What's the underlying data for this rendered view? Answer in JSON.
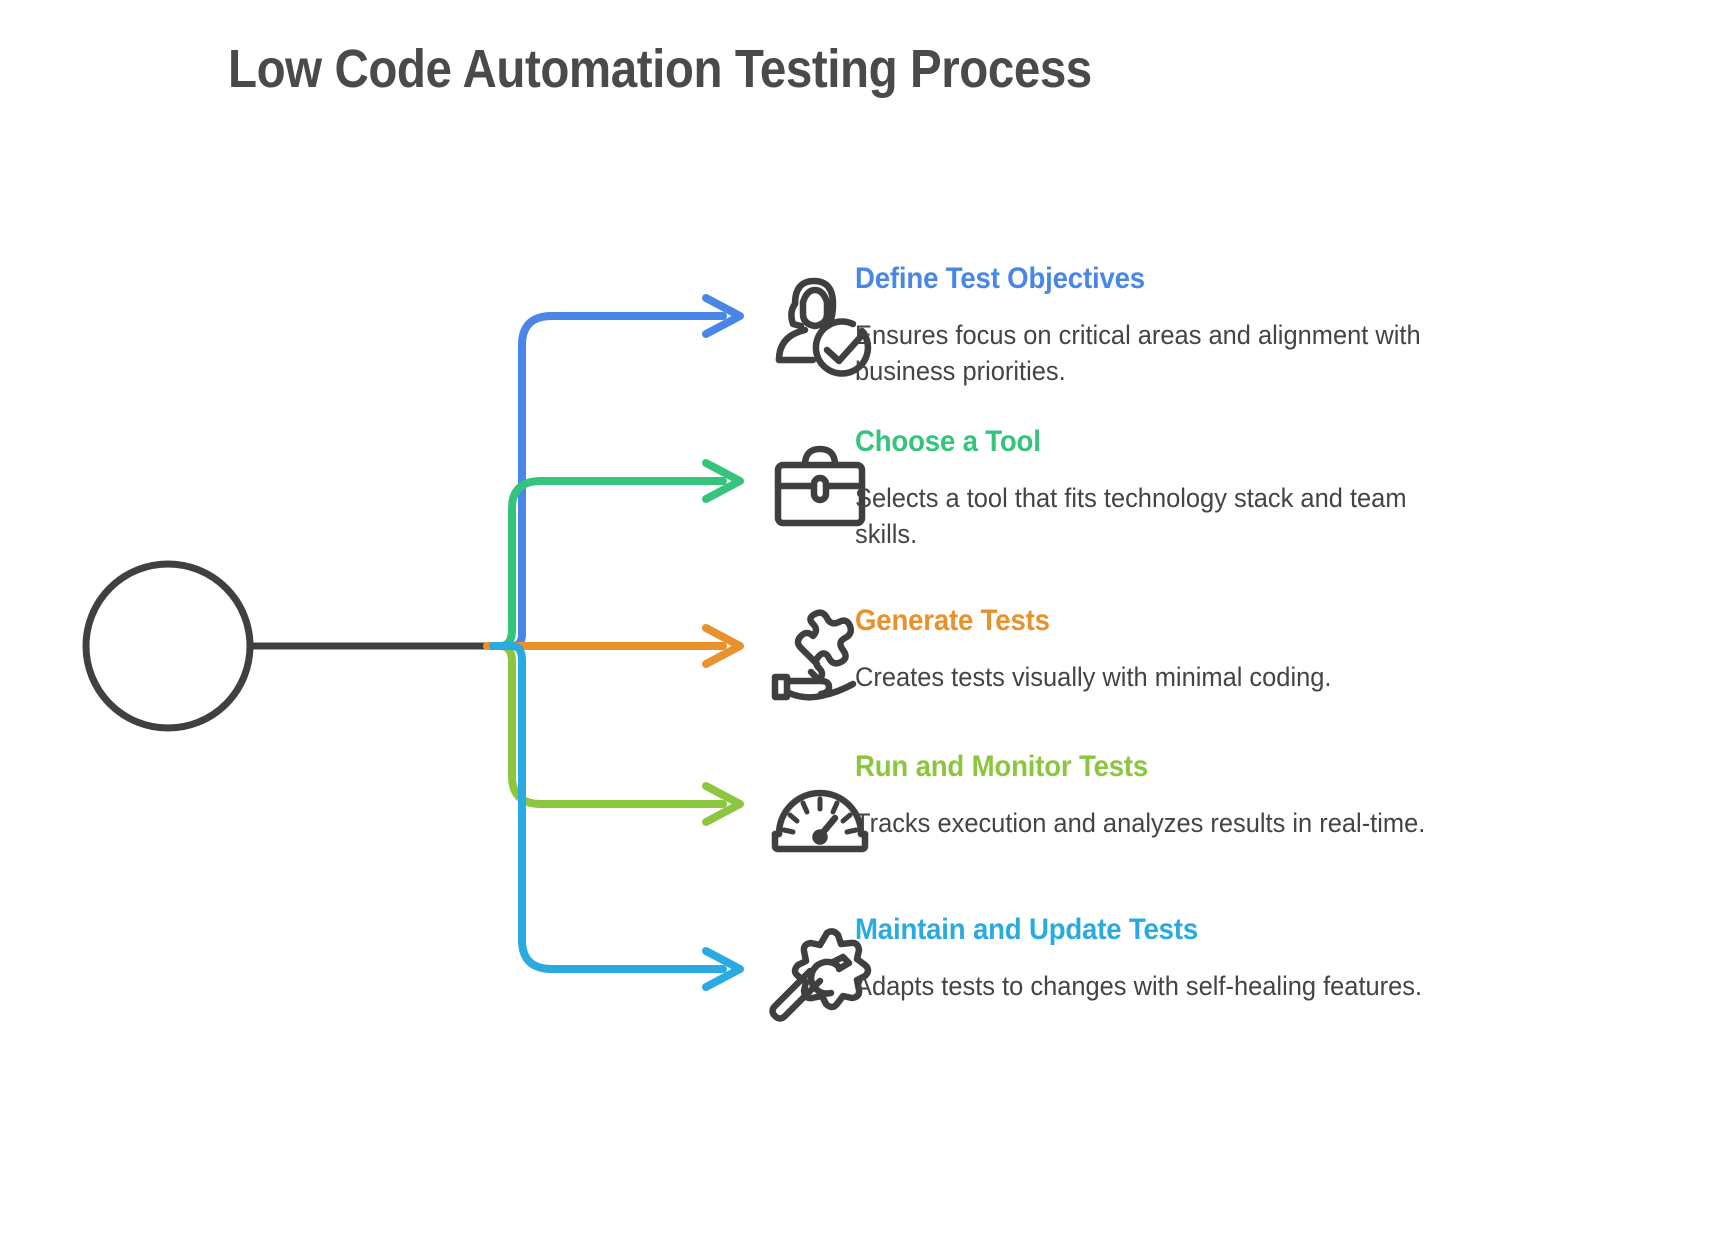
{
  "title": "Low Code Automation Testing Process",
  "colors": {
    "title": "#4a4a4a",
    "stem": "#404040",
    "icon_stroke": "#3f3f3f",
    "body_text": "#444444",
    "branch_1": "#4a86e8",
    "branch_2": "#35c47c",
    "branch_3": "#e8912d",
    "branch_4": "#8cc63f",
    "branch_5": "#29abe2"
  },
  "root": {
    "shape": "circle-outline",
    "label": ""
  },
  "branches": [
    {
      "index": 1,
      "heading": "Define Test Objectives",
      "description": "Ensures focus on critical areas and alignment with business priorities.",
      "color": "#4a86e8",
      "icon": "person-check-icon"
    },
    {
      "index": 2,
      "heading": "Choose a Tool",
      "description": "Selects a tool that fits technology stack and team skills.",
      "color": "#35c47c",
      "icon": "briefcase-icon"
    },
    {
      "index": 3,
      "heading": "Generate Tests",
      "description": "Creates tests visually with minimal coding.",
      "color": "#e8912d",
      "icon": "hand-puzzle-icon"
    },
    {
      "index": 4,
      "heading": "Run and Monitor Tests",
      "description": "Tracks execution and analyzes results in real-time.",
      "color": "#8cc63f",
      "icon": "gauge-icon"
    },
    {
      "index": 5,
      "heading": "Maintain and Update Tests",
      "description": "Adapts tests to changes with self-healing features.",
      "color": "#29abe2",
      "icon": "gear-wrench-icon"
    }
  ]
}
